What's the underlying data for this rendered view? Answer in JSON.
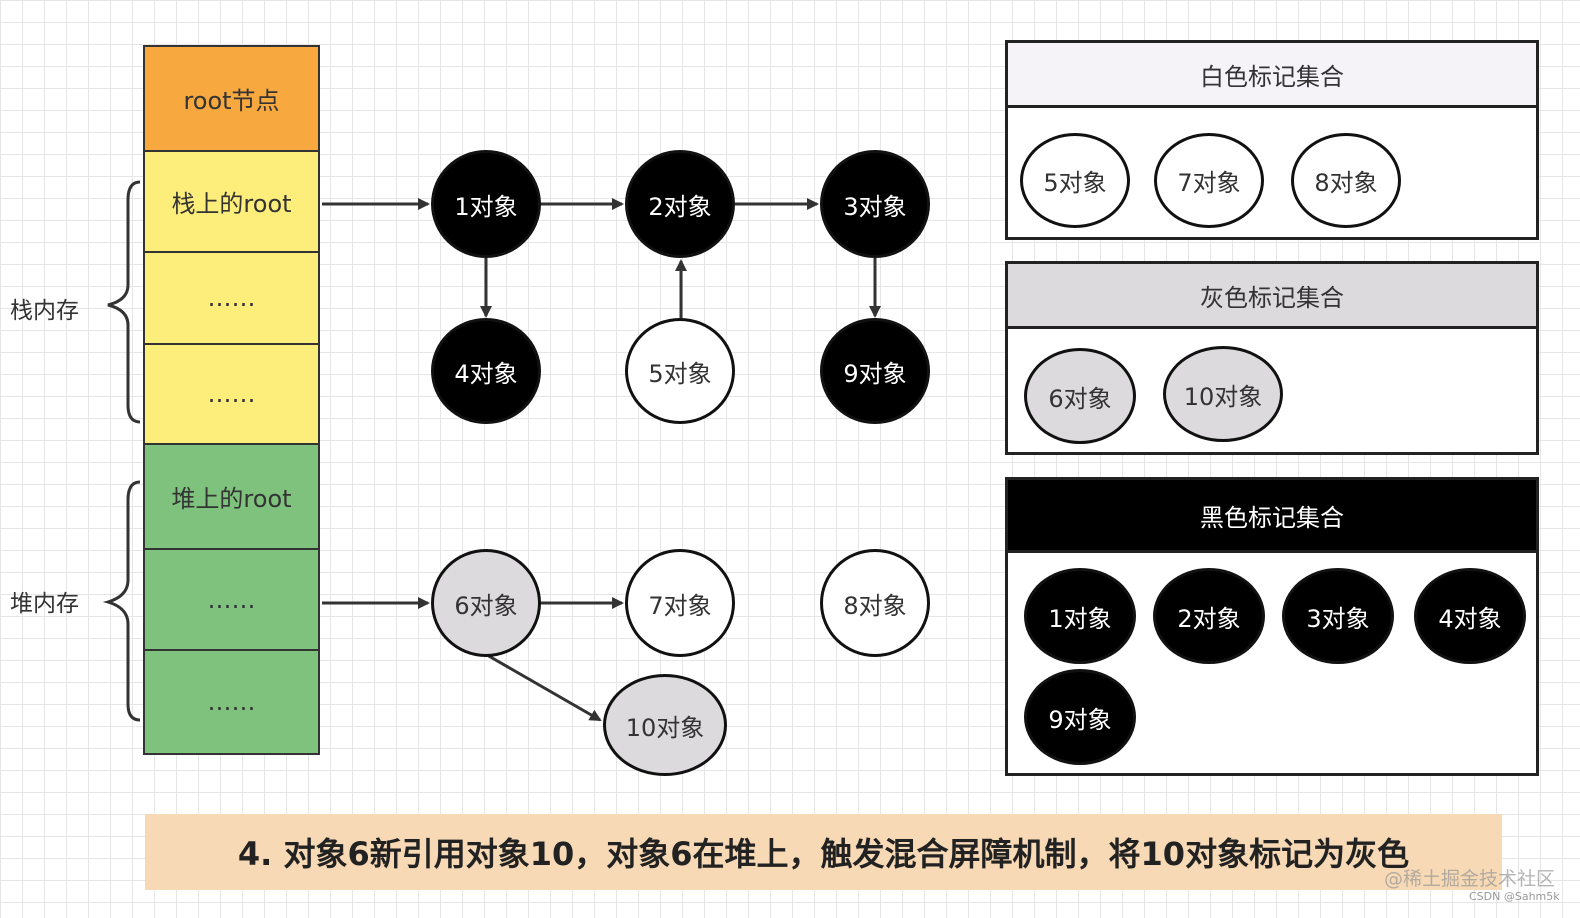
{
  "memory": {
    "stack_label": "栈内存",
    "heap_label": "堆内存",
    "cells": {
      "root": "root节点",
      "stack_root": "栈上的root",
      "stack_dots_1": "……",
      "stack_dots_2": "……",
      "heap_root": "堆上的root",
      "heap_dots_1": "……",
      "heap_dots_2": "……"
    }
  },
  "colors": {
    "root_cell": "#f7a83f",
    "stack_cell": "#fdee7b",
    "heap_cell": "#7fc27e",
    "gray_object": "#dcdadd",
    "caption_bg": "#f7d9b5"
  },
  "objects": {
    "o1": "1对象",
    "o2": "2对象",
    "o3": "3对象",
    "o4": "4对象",
    "o5": "5对象",
    "o9": "9对象",
    "o6": "6对象",
    "o7": "7对象",
    "o8": "8对象",
    "o10": "10对象"
  },
  "sets": {
    "white": {
      "title": "白色标记集合",
      "items": [
        "5对象",
        "7对象",
        "8对象"
      ]
    },
    "gray": {
      "title": "灰色标记集合",
      "items": [
        "6对象",
        "10对象"
      ]
    },
    "black": {
      "title": "黑色标记集合",
      "items": [
        "1对象",
        "2对象",
        "3对象",
        "4对象",
        "9对象"
      ]
    }
  },
  "caption": "4. 对象6新引用对象10，对象6在堆上，触发混合屏障机制，将10对象标记为灰色",
  "watermark": {
    "line1": "@稀土掘金技术社区",
    "line2": "CSDN @Sahm5k"
  }
}
